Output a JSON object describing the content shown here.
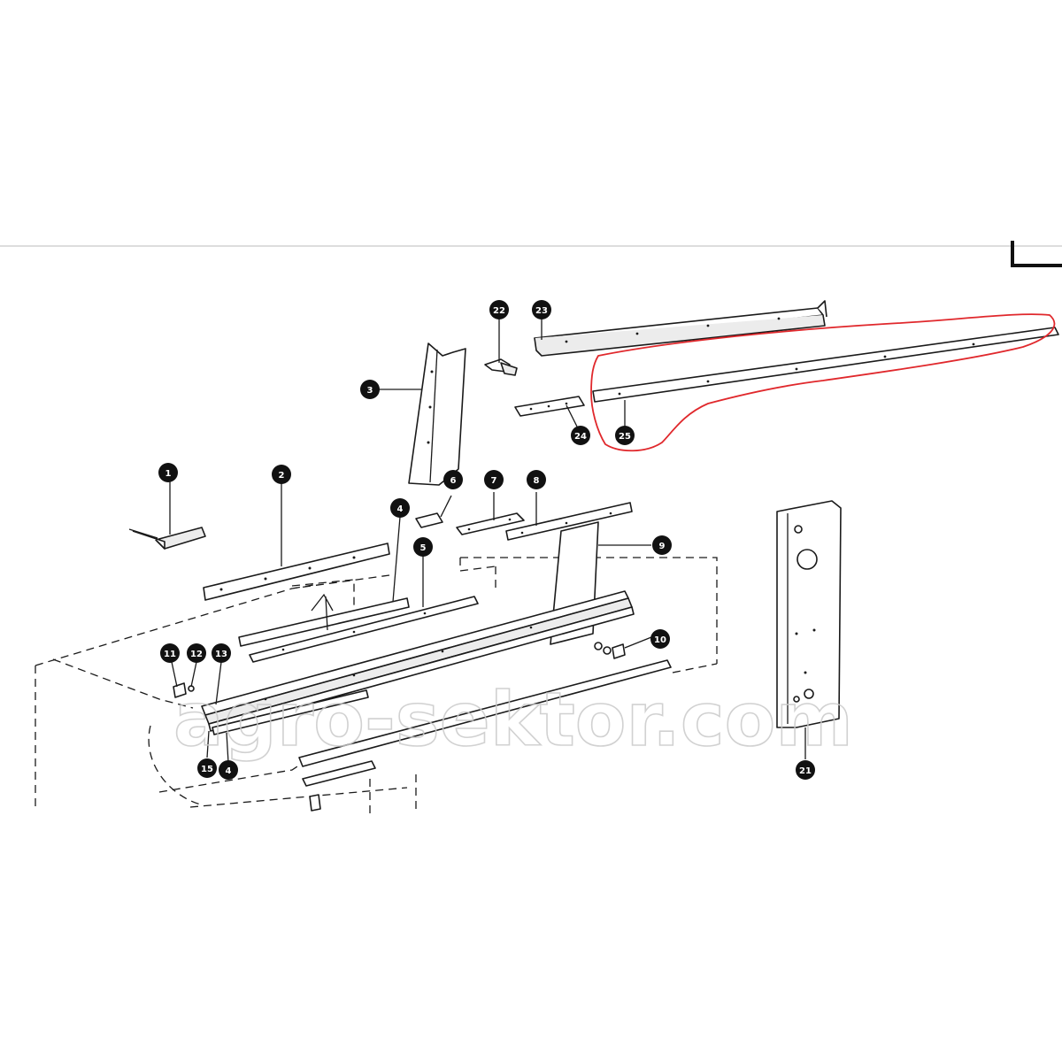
{
  "watermark": "agro-sektor.com",
  "highlight_color": "#e0282c",
  "callouts": {
    "p1": "1",
    "p2": "2",
    "p3": "3",
    "p4a": "4",
    "p4b": "4",
    "p5": "5",
    "p6": "6",
    "p7": "7",
    "p8": "8",
    "p9": "9",
    "p10": "10",
    "p11": "11",
    "p12": "12",
    "p13": "13",
    "p15": "15",
    "p21": "21",
    "p22": "22",
    "p23": "23",
    "p24": "24",
    "p25": "25"
  }
}
